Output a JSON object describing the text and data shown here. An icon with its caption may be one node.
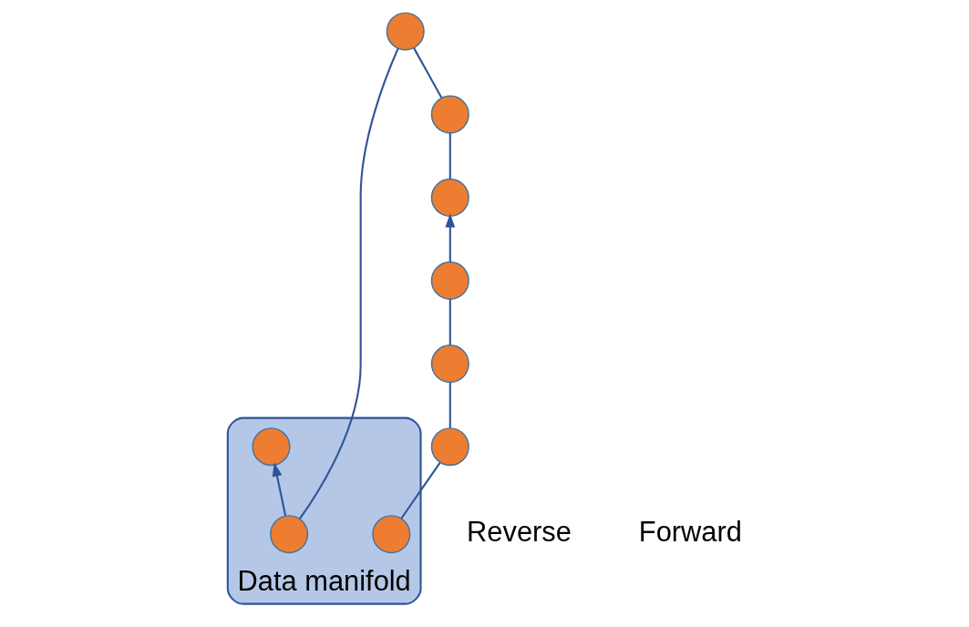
{
  "diagram": {
    "nodes": [
      {
        "text": [
          "Data manifold"
        ]
      },
      {
        "text": [],
        "shape": "circle"
      },
      {
        "text": [],
        "shape": "circle"
      },
      {
        "text": [],
        "shape": "circle"
      },
      {
        "text": [],
        "shape": "circle"
      },
      {
        "text": [],
        "shape": "circle",
        "in": 0
      },
      {
        "text": [],
        "shape": "circle"
      },
      {
        "text": [],
        "shape": "circle"
      },
      {
        "text": [],
        "shape": "circle",
        "in": 0
      },
      {
        "text": [],
        "shape": "circle",
        "in": 0
      }
    ],
    "edges": [
      {
        "from": 9,
        "to": 7,
        "arrow": "none"
      },
      {
        "from": 7,
        "to": 6,
        "arrow": "none"
      },
      {
        "from": 6,
        "to": 4,
        "arrow": "none"
      },
      {
        "from": 4,
        "to": 1,
        "arrow": "to"
      },
      {
        "from": 1,
        "to": 2,
        "arrow": "none"
      },
      {
        "from": 2,
        "to": 3,
        "arrow": "none"
      },
      {
        "from": 3,
        "to": 5,
        "arrow": "none"
      },
      {
        "from": 5,
        "to": 8,
        "arrow": "to"
      }
    ],
    "labels": [
      "Reverse",
      "Forward"
    ]
  }
}
